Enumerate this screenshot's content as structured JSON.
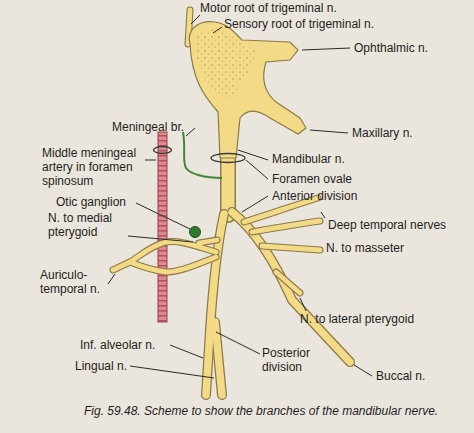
{
  "diagram": {
    "caption": "Fig. 59.48. Scheme to show the branches of the mandibular nerve.",
    "labels": [
      "Motor root of trigeminal n.",
      "Sensory root of trigeminal n.",
      "Ophthalmic n.",
      "Maxillary n.",
      "Meningeal br.",
      "Mandibular n.",
      "Middle meningeal artery in foramen spinosum",
      "Foramen ovale",
      "Anterior division",
      "Otic ganglion",
      "Deep temporal nerves",
      "N. to medial pterygoid",
      "N. to masseter",
      "Auriculo-temporal n.",
      "N. to lateral pterygoid",
      "Inf. alveolar n.",
      "Lingual n.",
      "Posterior division",
      "Buccal n."
    ]
  }
}
